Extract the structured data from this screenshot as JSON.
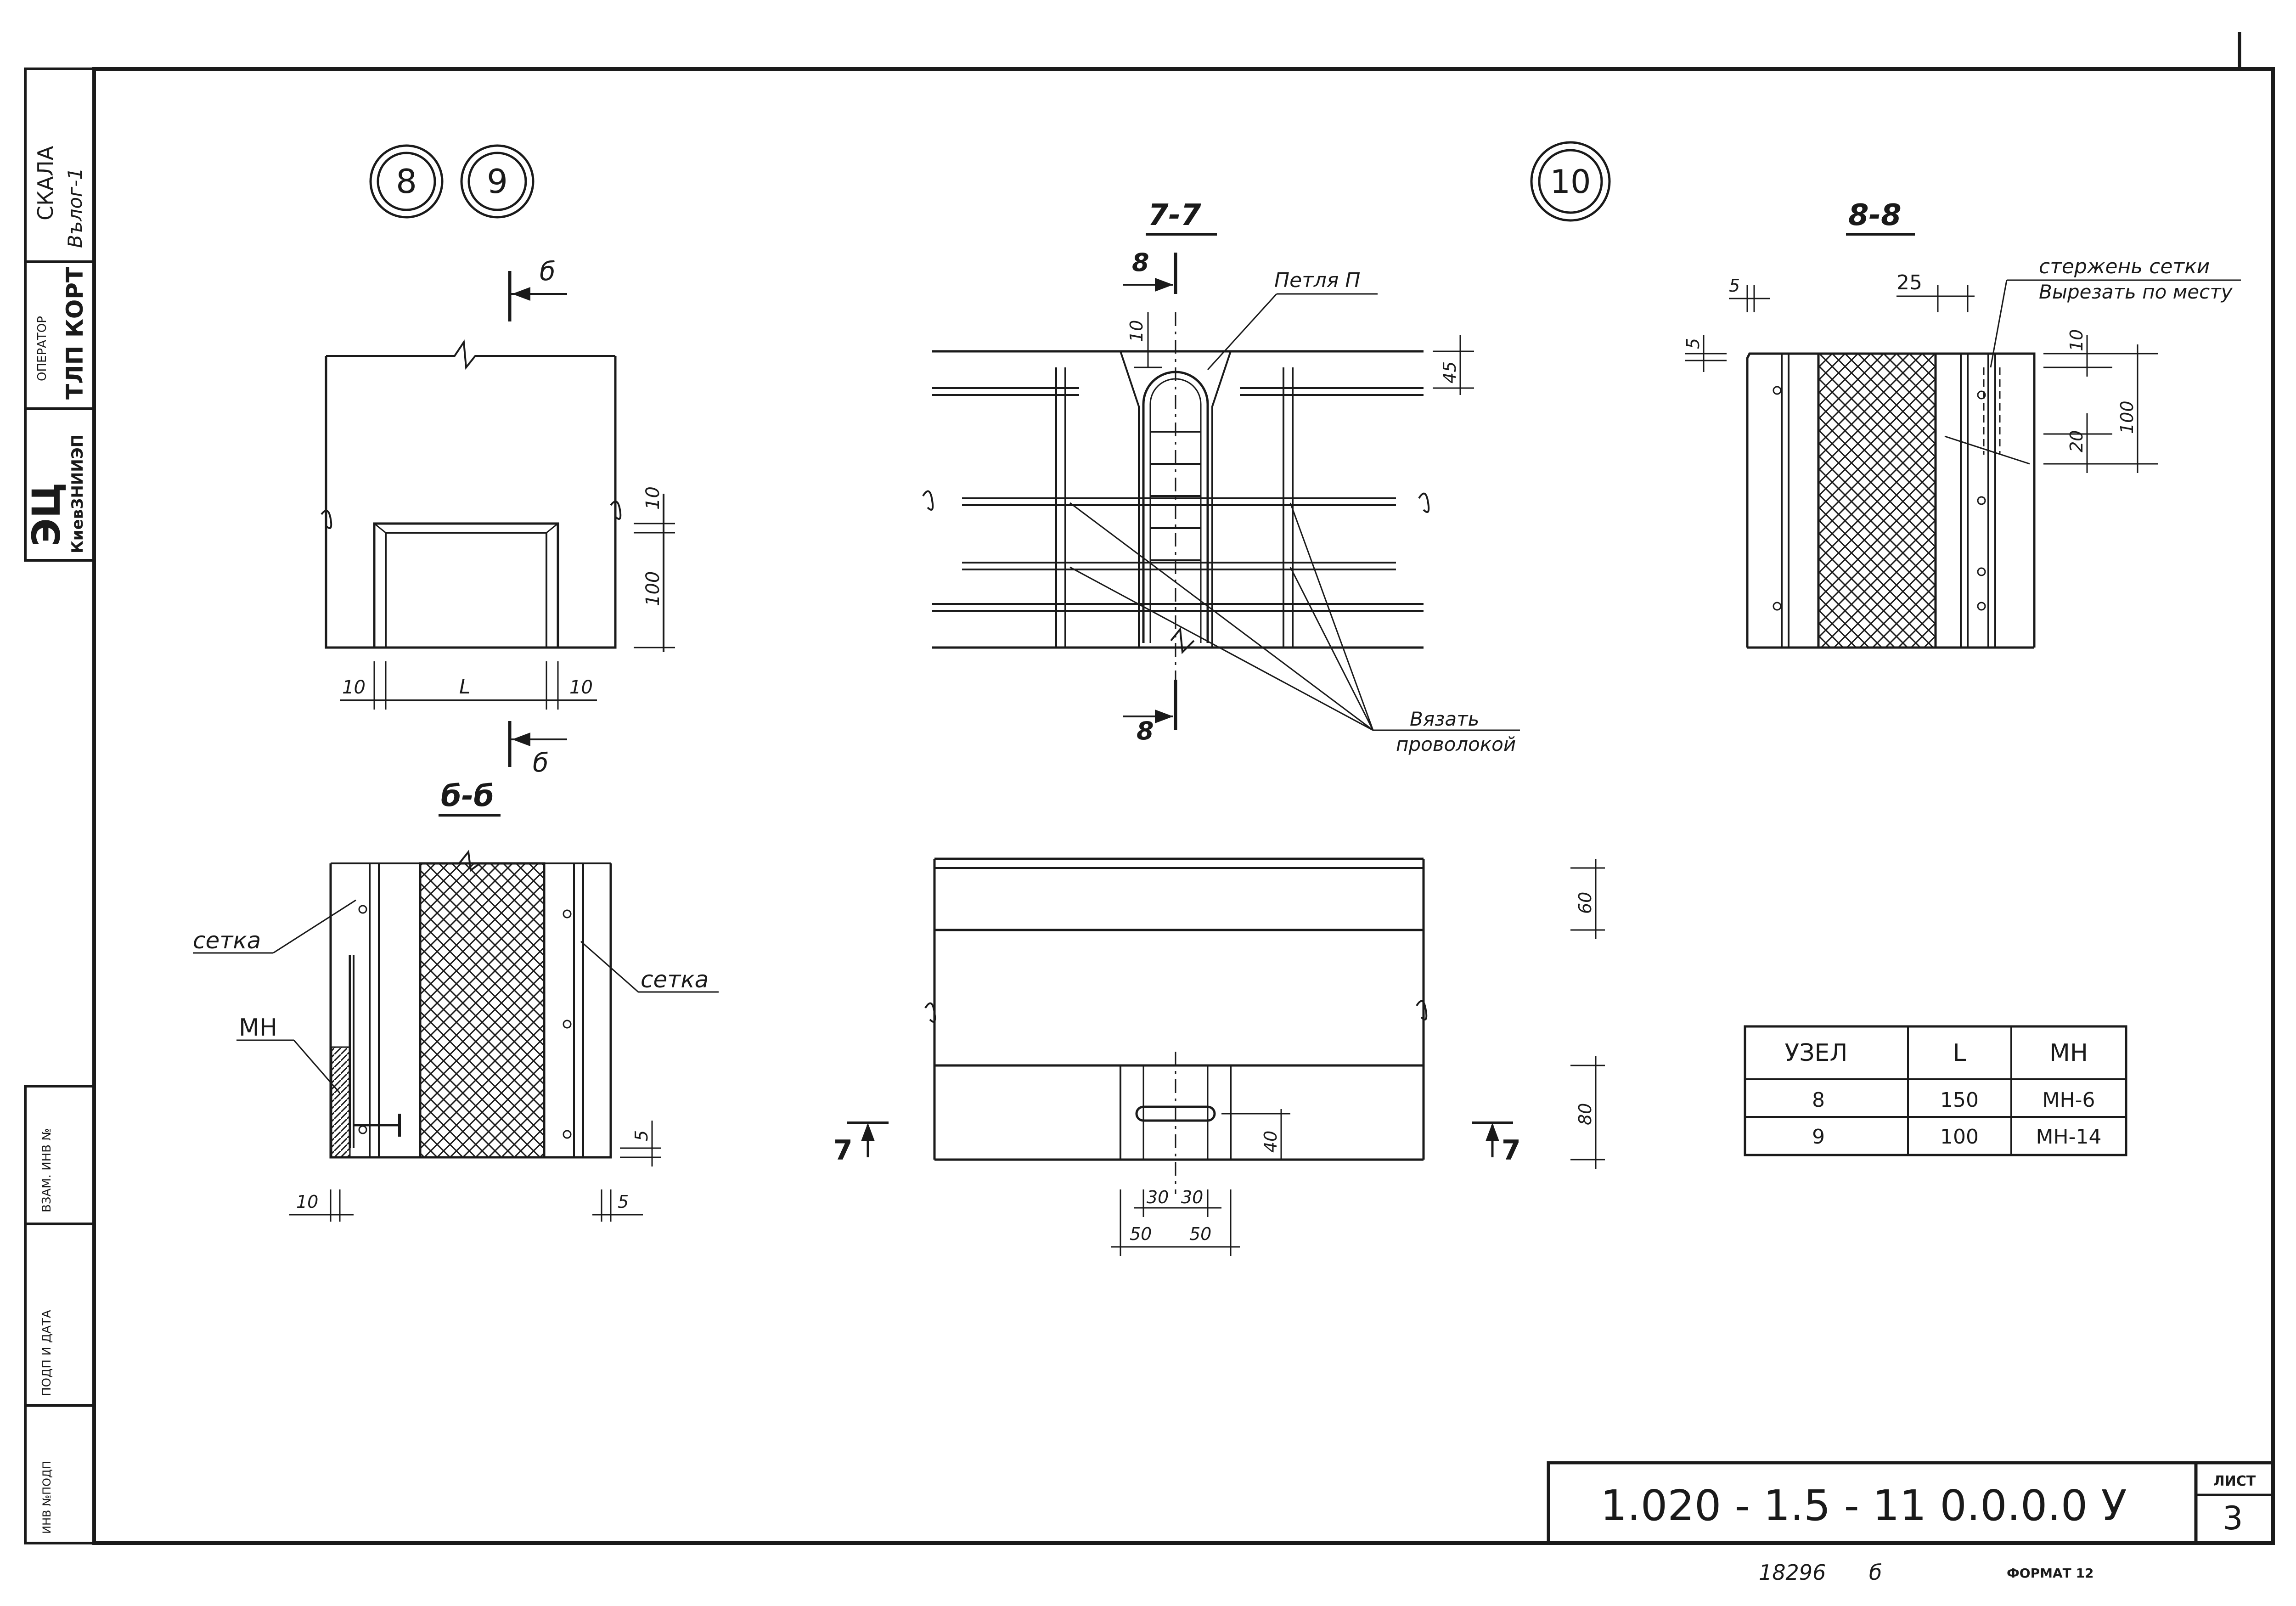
{
  "sidebar": {
    "skala_label": "СКАЛА",
    "skala_sign": "Вълог-1",
    "operator_label": "ОПЕРАТОР",
    "operator_value": "ТЛП КОРТ",
    "org_code": "ЭЦ",
    "org_name": "КиевЗНИИЭП",
    "vzam_label": "ВЗАМ. ИНВ №",
    "podp_label": "ПОДП И ДАТА",
    "inv_label": "ИНВ №ПОДП"
  },
  "nodes": {
    "n8": "8",
    "n9": "9",
    "n10": "10"
  },
  "view_a": {
    "cut_label": "б",
    "dim_10_top": "10",
    "dim_100": "100",
    "dim_left_10": "10",
    "dim_L": "L",
    "dim_right_10": "10"
  },
  "section_66": {
    "title": "б-б",
    "mesh_left": "сетка",
    "mesh_right": "сетка",
    "mn_label": "МН",
    "dim_5": "5",
    "dim_10_bottom": "10",
    "dim_5_bottom": "5"
  },
  "section_77": {
    "title": "7-7",
    "cut_label": "8",
    "loop_label": "Петля П",
    "dim_10": "10",
    "dim_45": "45",
    "tie_line1": "Вязать",
    "tie_line2": "проволокой"
  },
  "section_88": {
    "title": "8-8",
    "rod_label": "стержень сетки",
    "cut_label": "Вырезать по месту",
    "dim_5a": "5",
    "dim_5b": "5",
    "dim_25": "25",
    "dim_10": "10",
    "dim_20": "20",
    "dim_100": "100"
  },
  "bottom_view": {
    "cut_label": "7",
    "dim_60": "60",
    "dim_80": "80",
    "dim_40": "40",
    "dim_30a": "30",
    "dim_30b": "30",
    "dim_50a": "50",
    "dim_50b": "50"
  },
  "table": {
    "headers": [
      "УЗЕЛ",
      "L",
      "МН"
    ],
    "rows": [
      [
        "8",
        "150",
        "МН-6"
      ],
      [
        "9",
        "100",
        "МН-14"
      ]
    ]
  },
  "title_block": {
    "doc_code": "1.020 - 1.5 - 11 0.0.0.0 У",
    "sheet_label": "ЛИСТ",
    "sheet_number": "3"
  },
  "footer": {
    "archive_no": "18296",
    "archive_suffix": "б",
    "format": "ФОРМАТ 12"
  }
}
